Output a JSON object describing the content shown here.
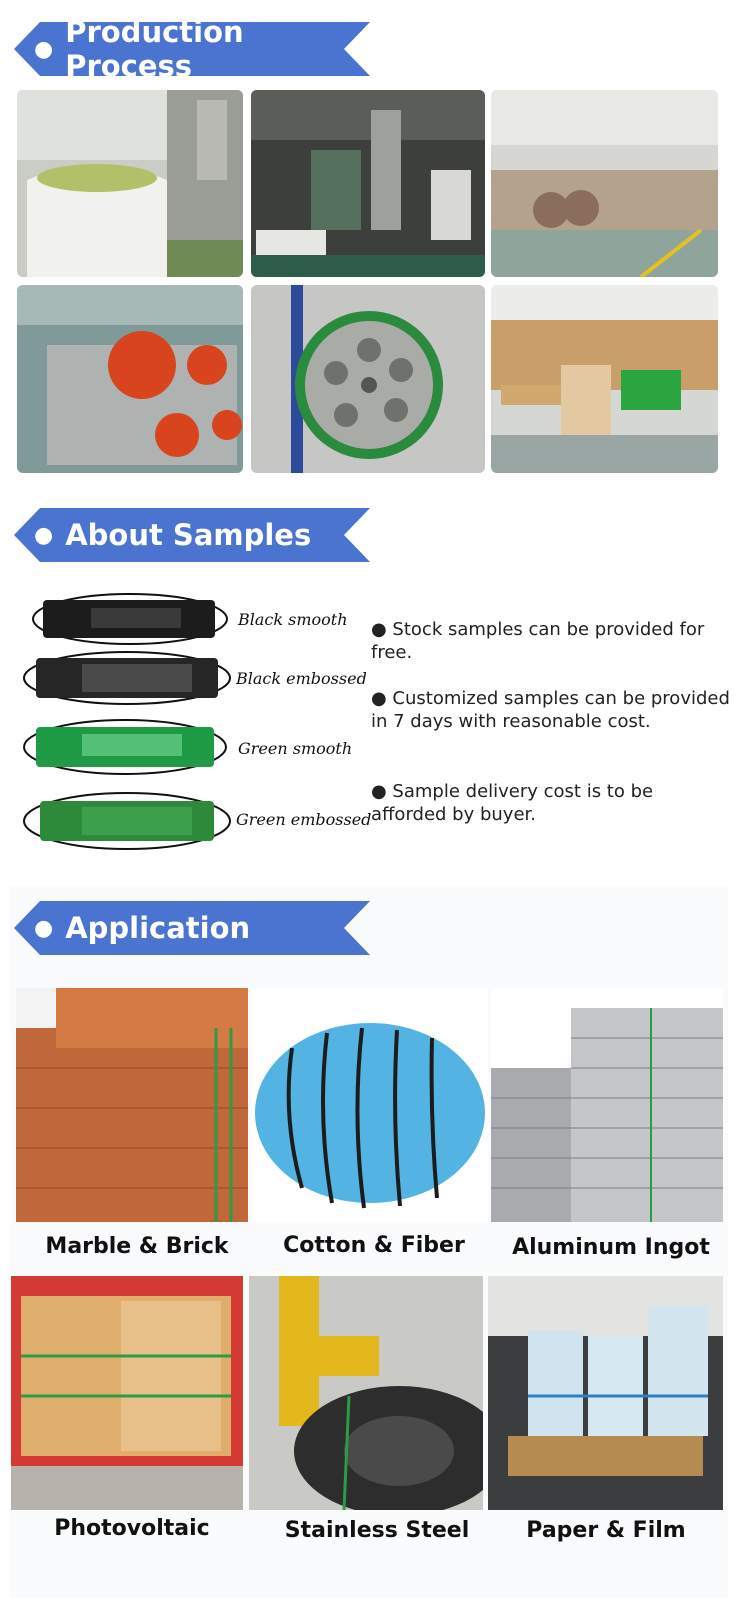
{
  "sections": {
    "production": {
      "title": "Production Process"
    },
    "samples": {
      "title": "About Samples"
    },
    "application": {
      "title": "Application"
    }
  },
  "production_photos": [
    {
      "name": "resin-bags-photo"
    },
    {
      "name": "hopper-machinery-photo"
    },
    {
      "name": "extrusion-line-photo"
    },
    {
      "name": "striped-rollers-photo"
    },
    {
      "name": "green-strap-wheel-photo"
    },
    {
      "name": "warehouse-stock-photo"
    }
  ],
  "samples": {
    "straps": [
      {
        "label": "Black smooth",
        "color": "#1c1c1c"
      },
      {
        "label": "Black embossed",
        "color": "#262626"
      },
      {
        "label": "Green smooth",
        "color": "#1f9a45"
      },
      {
        "label": "Green embossed",
        "color": "#2c8a3a"
      }
    ],
    "bullets": [
      "● Stock samples can be provided for free.",
      "● Customized samples can be provided in 7 days with reasonable cost.",
      "● Sample delivery cost is to be afforded by buyer."
    ]
  },
  "applications": [
    {
      "caption": "Marble & Brick"
    },
    {
      "caption": "Cotton & Fiber"
    },
    {
      "caption": "Aluminum Ingot"
    },
    {
      "caption": "Photovoltaic"
    },
    {
      "caption": "Stainless Steel"
    },
    {
      "caption": "Paper & Film"
    }
  ],
  "colors": {
    "banner": "#4a74cf",
    "strap_green": "#1f9a45"
  }
}
